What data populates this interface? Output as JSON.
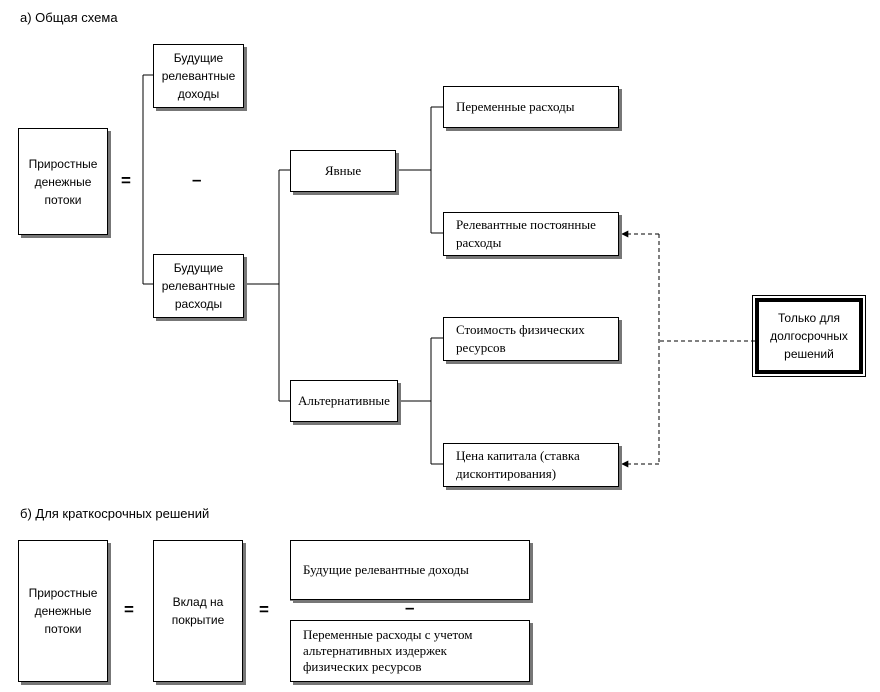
{
  "section_a": {
    "title": "а) Общая схема",
    "incremental_flows": "Приростные\nденежные\nпотоки",
    "equals": "=",
    "minus": "–",
    "future_revenue": "Будущие\nрелевантные\nдоходы",
    "future_costs": "Будущие\nрелевантные\nрасходы",
    "explicit": "Явные",
    "alternative": "Альтернативные",
    "variable_costs": "Переменные расходы",
    "relevant_fixed": "Релевантные постоянные\nрасходы",
    "physical_resources": "Стоимость физических\nресурсов",
    "capital_price": "Цена капитала (ставка\nдисконтирования)",
    "long_term_only": "Только для\nдолгосрочных\nрешений"
  },
  "section_b": {
    "title": "б) Для краткосрочных решений",
    "incremental_flows": "Приростные\nденежные\nпотоки",
    "equals1": "=",
    "contribution": "Вклад на\nпокрытие",
    "equals2": "=",
    "future_revenue": "Будущие релевантные доходы",
    "minus": "–",
    "variable_costs_alt": "Переменные расходы с учетом\nальтернативных издержек\nфизических ресурсов"
  }
}
